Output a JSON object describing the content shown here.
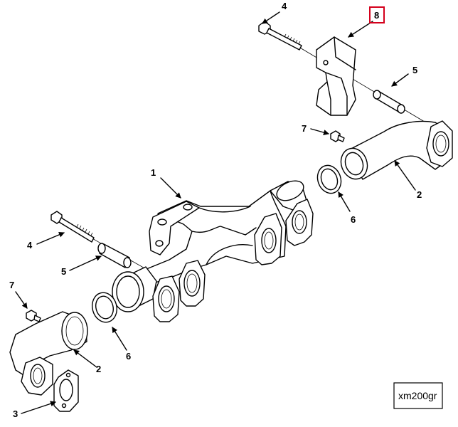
{
  "callouts": {
    "c4_top": "4",
    "c8": "8",
    "c5_top": "5",
    "c7_top": "7",
    "c1": "1",
    "c2_right": "2",
    "c6_right": "6",
    "c4_left": "4",
    "c5_left": "5",
    "c7_left": "7",
    "c6_left": "6",
    "c2_left": "2",
    "c3": "3"
  },
  "drawing_code": "xm200gr",
  "highlight_color": "#d4001c"
}
